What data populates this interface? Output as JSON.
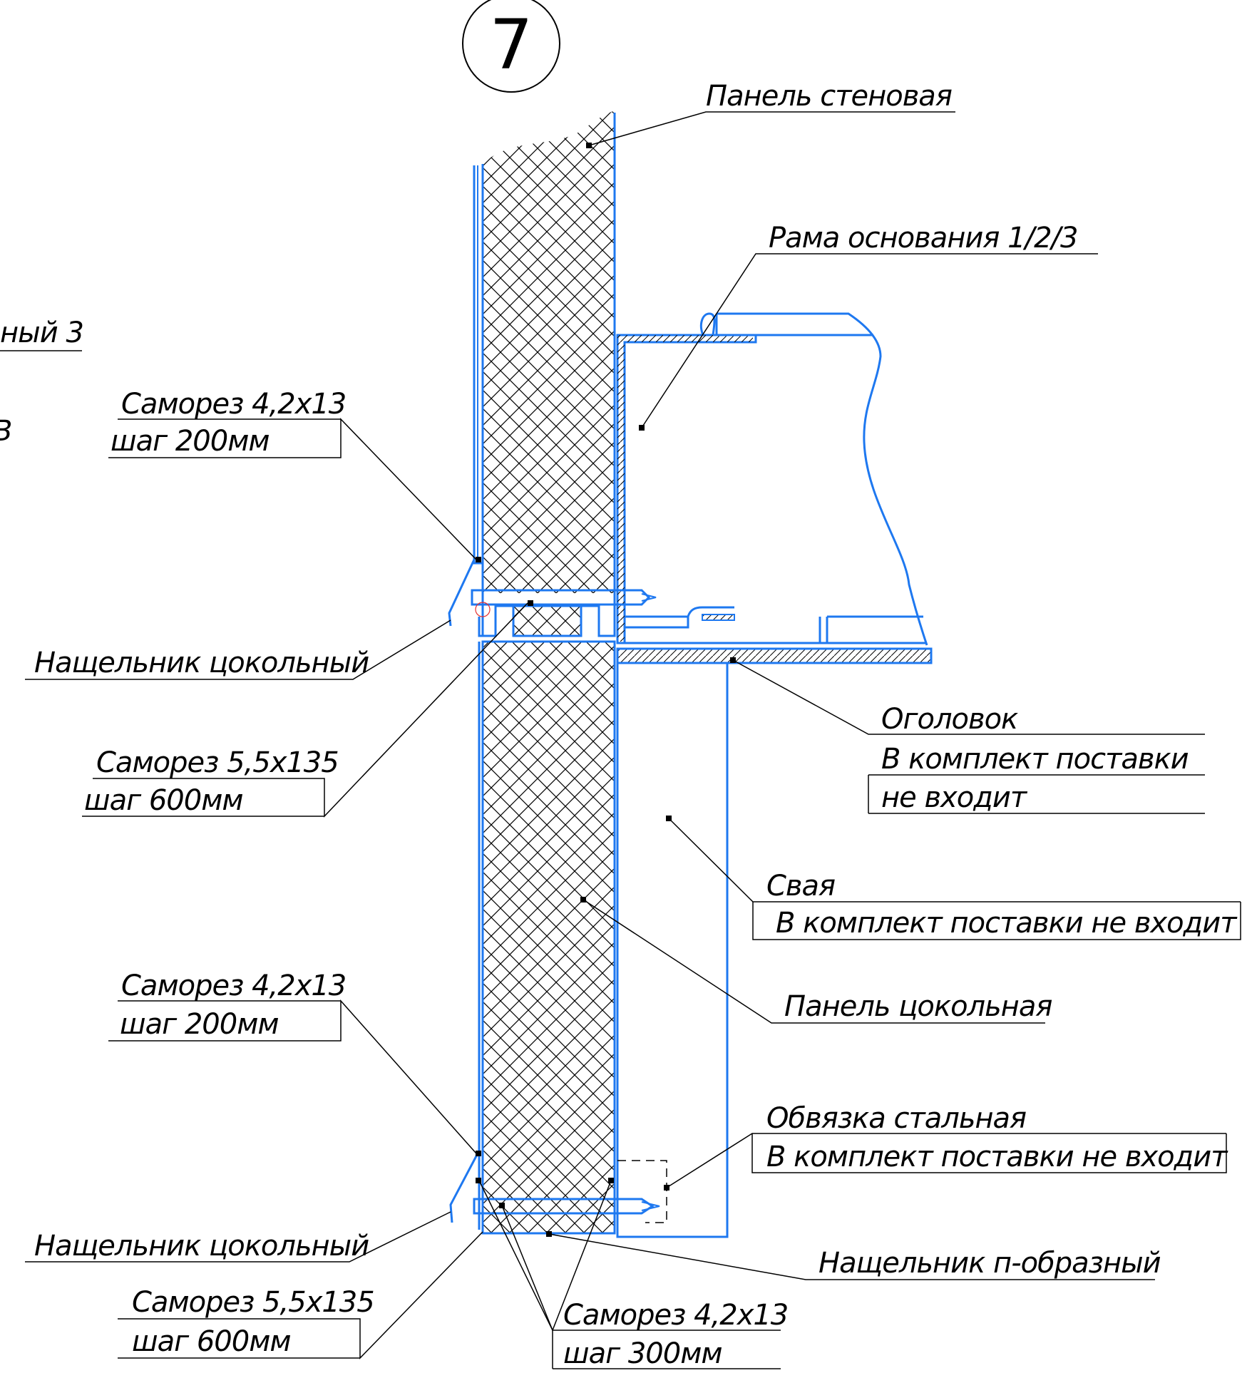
{
  "detail_number": "7",
  "fragments": {
    "cut_label": "ный 3",
    "cut_letter": "В"
  },
  "labels": {
    "wall_panel": "Панель стеновая",
    "base_frame": "Рама основания 1/2/3",
    "screw_top_1": "Саморез 4,2х13",
    "screw_top_2": "шаг 200мм",
    "flashing_top": "Нащельник цокольный",
    "screw_long_top_1": "Саморез 5,5х135",
    "screw_long_top_2": "шаг 600мм",
    "cap_1": "Оголовок",
    "cap_2": "В комплект поставки",
    "cap_3": "не входит",
    "pile_1": "Свая",
    "pile_2": "В комплект поставки не входит",
    "plinth_panel": "Панель цокольная",
    "screw_bot_1": "Саморез 4,2х13",
    "screw_bot_2": "шаг 200мм",
    "strapping_1": "Обвязка стальная",
    "strapping_2": "В комплект поставки не входит",
    "flashing_bot": "Нащельник цокольный",
    "flashing_u": "Нащельник п-образный",
    "screw_long_bot_1": "Саморез 5,5х135",
    "screw_long_bot_2": "шаг 600мм",
    "screw_300_1": "Саморез 4,2х13",
    "screw_300_2": "шаг 300мм"
  },
  "colors": {
    "structure": "#1e78f0",
    "annotation": "#000000"
  }
}
